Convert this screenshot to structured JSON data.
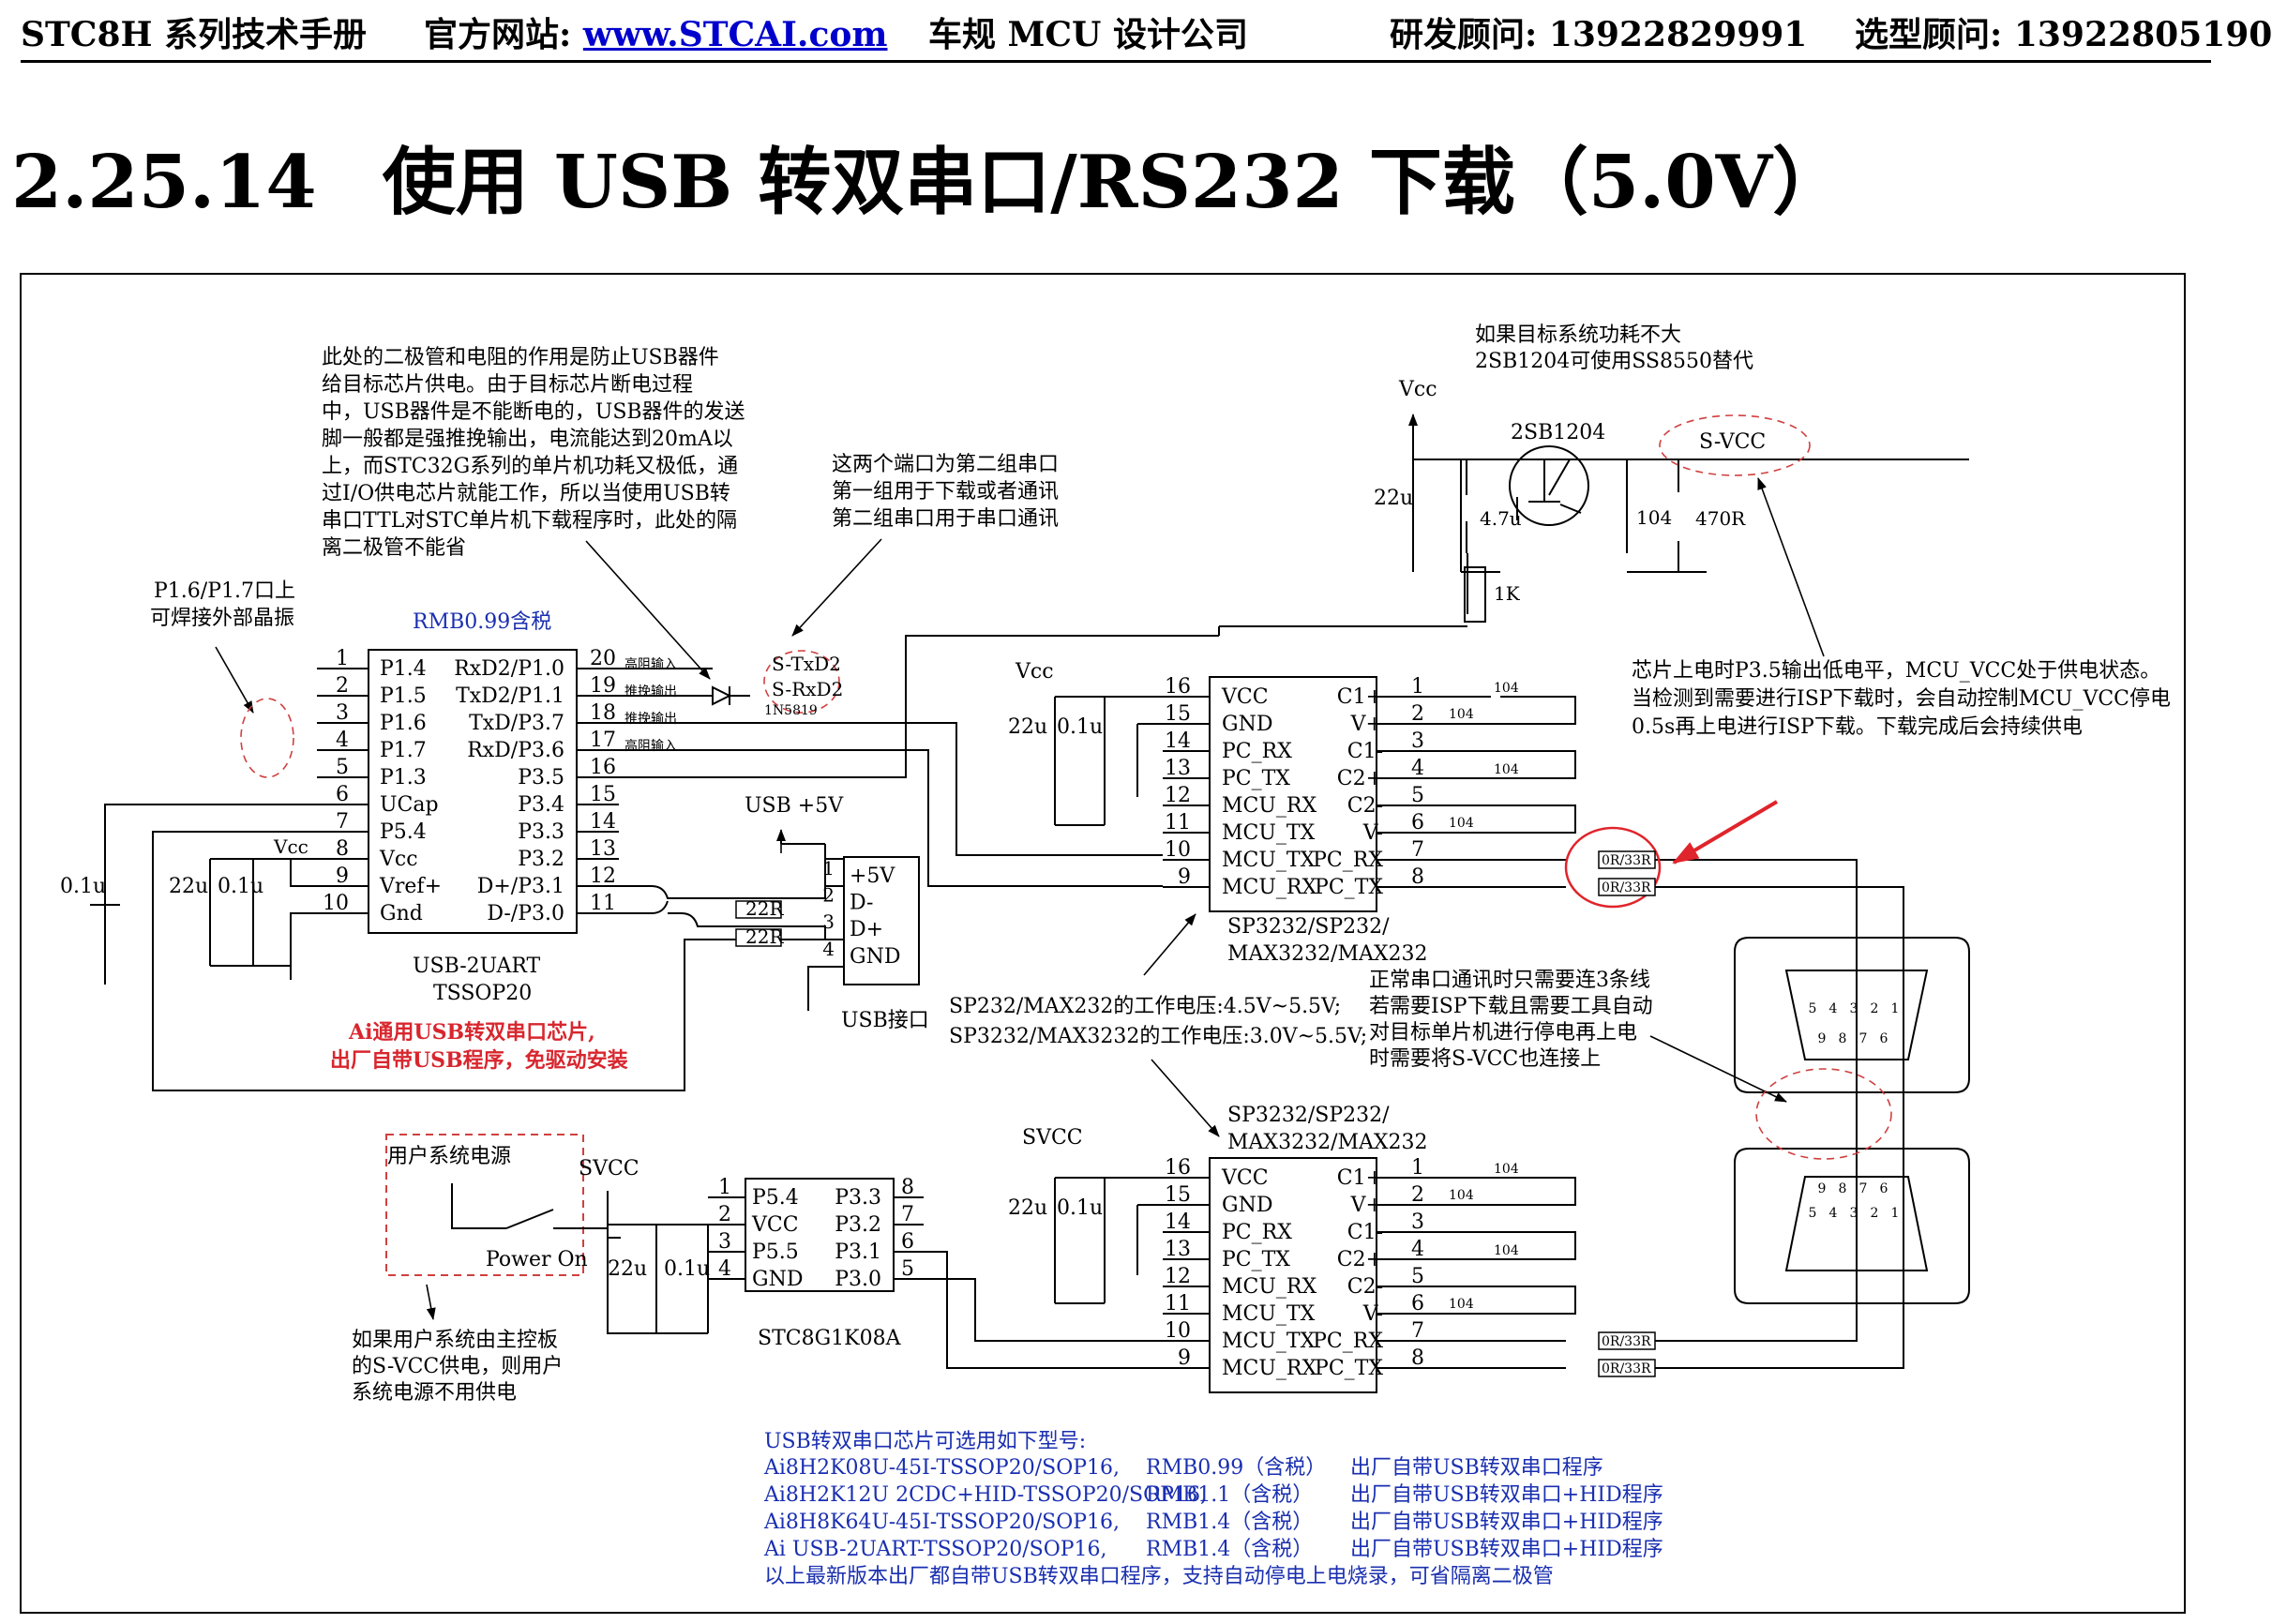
{
  "header": {
    "manual": "STC8H 系列技术手册",
    "site_label": "官方网站: ",
    "site_link": "www.STCAI.com",
    "company": "车规 MCU 设计公司",
    "rd_contact": "研发顾问: 13922829991",
    "sales_contact": "选型顾问: 13922805190"
  },
  "section": {
    "number": "2.25.14",
    "title": "使用 USB 转双串口/RS232 下载（5.0V）"
  },
  "notes": {
    "diode_note": [
      "此处的二极管和电阻的作用是防止USB器件",
      "给目标芯片供电。由于目标芯片断电过程",
      "中，USB器件是不能断电的，USB器件的发送",
      "脚一般都是强推挽输出，电流能达到20mA以",
      "上，而STC32G系列的单片机功耗又极低，通",
      "过I/O供电芯片就能工作，所以当使用USB转",
      "串口TTL对STC单片机下载程序时，此处的隔",
      "离二极管不能省"
    ],
    "port_note": [
      "这两个端口为第二组串口",
      "第一组用于下载或者通讯",
      "第二组串口用于串口通讯"
    ],
    "crystal_note": [
      "P1.6/P1.7口上",
      "可焊接外部晶振"
    ],
    "power_note": [
      "如果目标系统功耗不大",
      "2SB1204可使用SS8550替代"
    ],
    "pwr_ctrl_note": [
      "芯片上电时P3.5输出低电平，MCU_VCC处于供电状态。",
      "当检测到需要进行ISP下载时，会自动控制MCU_VCC停电",
      "0.5s再上电进行ISP下载。下载完成后会持续供电"
    ],
    "voltage_note": [
      "SP232/MAX232的工作电压:4.5V~5.5V;",
      "SP3232/MAX3232的工作电压:3.0V~5.5V;"
    ],
    "wiring_note": [
      "正常串口通讯时只需要连3条线",
      "若需要ISP下载且需要工具自动",
      "对目标单片机进行停电再上电",
      "时需要将S-VCC也连接上"
    ],
    "user_power_note": [
      "如果用户系统由主控板",
      "的S-VCC供电，则用户",
      "系统电源不用供电"
    ],
    "chip_red": [
      "Ai通用USB转双串口芯片,",
      "出厂自带USB程序，免驱动安装"
    ]
  },
  "usb_chip": {
    "price": "RMB0.99含税",
    "name": "USB-2UART",
    "package": "TSSOP20",
    "left_pins": [
      {
        "num": "1",
        "name": "P1.4"
      },
      {
        "num": "2",
        "name": "P1.5"
      },
      {
        "num": "3",
        "name": "P1.6"
      },
      {
        "num": "4",
        "name": "P1.7"
      },
      {
        "num": "5",
        "name": "P1.3"
      },
      {
        "num": "6",
        "name": "UCap"
      },
      {
        "num": "7",
        "name": "P5.4"
      },
      {
        "num": "8",
        "name": "Vcc"
      },
      {
        "num": "9",
        "name": "Vref+"
      },
      {
        "num": "10",
        "name": "Gnd"
      }
    ],
    "right_pins": [
      {
        "num": "20",
        "name": "RxD2/P1.0"
      },
      {
        "num": "19",
        "name": "TxD2/P1.1"
      },
      {
        "num": "18",
        "name": "TxD/P3.7"
      },
      {
        "num": "17",
        "name": "RxD/P3.6"
      },
      {
        "num": "16",
        "name": "P3.5"
      },
      {
        "num": "15",
        "name": "P3.4"
      },
      {
        "num": "14",
        "name": "P3.3"
      },
      {
        "num": "13",
        "name": "P3.2"
      },
      {
        "num": "12",
        "name": "D+/P3.1"
      },
      {
        "num": "11",
        "name": "D-/P3.0"
      }
    ],
    "pin_modes": [
      "高阻输入",
      "推挽输出",
      "推挽输出",
      "高阻输入"
    ]
  },
  "usb_port": {
    "label": "USB接口",
    "supply": "USB +5V",
    "pins": [
      {
        "num": "1",
        "name": "+5V"
      },
      {
        "num": "2",
        "name": "D-"
      },
      {
        "num": "3",
        "name": "D+"
      },
      {
        "num": "4",
        "name": "GND"
      }
    ],
    "res1": "22R",
    "res2": "22R"
  },
  "signals": {
    "stxd2": "S-TxD2",
    "srxd2": "S-RxD2",
    "diode": "1N5819",
    "svcc": "S-VCC",
    "vcc": "Vcc",
    "svcc_net": "SVCC"
  },
  "power_ckt": {
    "transistor": "2SB1204",
    "cap1": "22u",
    "cap2": "4.7u",
    "cap3": "104",
    "res1": "470R",
    "res2": "1K"
  },
  "components": {
    "c01": "0.1u",
    "c22": "22u",
    "vcc": "Vcc"
  },
  "rs232_chip": {
    "name": [
      "SP3232/SP232/",
      "MAX3232/MAX232"
    ],
    "left_pins": [
      {
        "num": "16",
        "name": "VCC"
      },
      {
        "num": "15",
        "name": "GND"
      },
      {
        "num": "14",
        "name": "PC_RX"
      },
      {
        "num": "13",
        "name": "PC_TX"
      },
      {
        "num": "12",
        "name": "MCU_RX"
      },
      {
        "num": "11",
        "name": "MCU_TX"
      },
      {
        "num": "10",
        "name": "MCU_TX"
      },
      {
        "num": "9",
        "name": "MCU_RX"
      }
    ],
    "right_pins": [
      {
        "num": "1",
        "name": "C1+"
      },
      {
        "num": "2",
        "name": "V+"
      },
      {
        "num": "3",
        "name": "C1-"
      },
      {
        "num": "4",
        "name": "C2+"
      },
      {
        "num": "5",
        "name": "C2-"
      },
      {
        "num": "6",
        "name": "V-"
      },
      {
        "num": "7",
        "name": "PC_RX"
      },
      {
        "num": "8",
        "name": "PC_TX"
      }
    ],
    "caps": [
      "104",
      "104",
      "104",
      "104"
    ],
    "res": "0R/33R"
  },
  "ctrl_chip": {
    "name": "STC8G1K08A",
    "left_pins": [
      {
        "num": "1",
        "name": "P5.4"
      },
      {
        "num": "2",
        "name": "VCC"
      },
      {
        "num": "3",
        "name": "P5.5"
      },
      {
        "num": "4",
        "name": "GND"
      }
    ],
    "right_pins": [
      {
        "num": "8",
        "name": "P3.3"
      },
      {
        "num": "7",
        "name": "P3.2"
      },
      {
        "num": "6",
        "name": "P3.1"
      },
      {
        "num": "5",
        "name": "P3.0"
      }
    ],
    "user_power": "用户系统电源",
    "switch": "Power On"
  },
  "db9": {
    "top_pins": [
      "5",
      "4",
      "3",
      "2",
      "1",
      "9",
      "8",
      "7",
      "6"
    ],
    "bottom_pins": [
      "9",
      "8",
      "7",
      "6",
      "5",
      "4",
      "3",
      "2",
      "1"
    ]
  },
  "options": {
    "heading": "USB转双串口芯片可选用如下型号:",
    "rows": [
      {
        "model": "Ai8H2K08U-45I-TSSOP20/SOP16,",
        "price": "RMB0.99（含税）",
        "feature": "出厂自带USB转双串口程序"
      },
      {
        "model": "Ai8H2K12U 2CDC+HID-TSSOP20/SOP16,",
        "price": "RMB1.1（含税）",
        "feature": "出厂自带USB转双串口+HID程序"
      },
      {
        "model": "Ai8H8K64U-45I-TSSOP20/SOP16,",
        "price": "RMB1.4（含税）",
        "feature": "出厂自带USB转双串口+HID程序"
      },
      {
        "model": "Ai USB-2UART-TSSOP20/SOP16,",
        "price": "RMB1.4（含税）",
        "feature": "出厂自带USB转双串口+HID程序"
      }
    ],
    "footer": "以上最新版本出厂都自带USB转双串口程序，支持自动停电上电烧录，可省隔离二极管"
  }
}
